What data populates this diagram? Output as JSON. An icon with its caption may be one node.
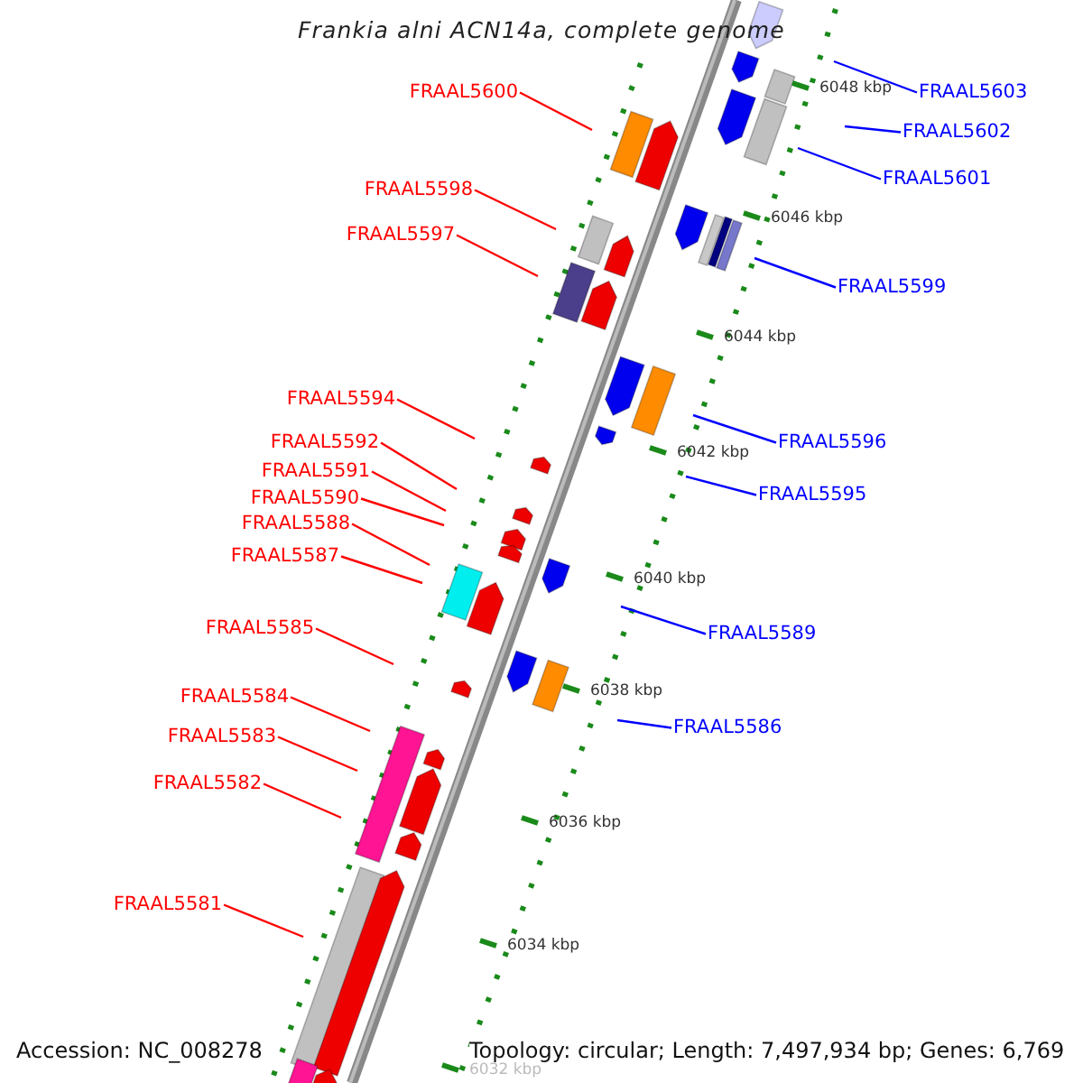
{
  "diagram": {
    "title": "Frankia alni ACN14a, complete genome",
    "nodes": [
      {
        "text": [
          "FRAAL5603"
        ]
      },
      {
        "text": [
          "FRAAL5600"
        ]
      },
      {
        "text": [
          "FRAAL5602"
        ]
      },
      {
        "text": [
          "FRAAL5601"
        ]
      },
      {
        "text": [
          "FRAAL5598"
        ]
      },
      {
        "text": [
          "FRAAL5597"
        ]
      },
      {
        "text": [
          "FRAAL5599"
        ]
      },
      {
        "text": [
          "FRAAL5594"
        ]
      },
      {
        "text": [
          "FRAAL5596"
        ]
      },
      {
        "text": [
          "FRAAL5592"
        ]
      },
      {
        "text": [
          "FRAAL5591"
        ]
      },
      {
        "text": [
          "FRAAL5595"
        ]
      },
      {
        "text": [
          "FRAAL5590"
        ]
      },
      {
        "text": [
          "FRAAL5588"
        ]
      },
      {
        "text": [
          "FRAAL5587"
        ]
      },
      {
        "text": [
          "FRAAL5585"
        ]
      },
      {
        "text": [
          "FRAAL5589"
        ]
      },
      {
        "text": [
          "FRAAL5584"
        ]
      },
      {
        "text": [
          "FRAAL5586"
        ]
      },
      {
        "text": [
          "FRAAL5583"
        ]
      },
      {
        "text": [
          "FRAAL5582"
        ]
      },
      {
        "text": [
          "FRAAL5581"
        ]
      }
    ],
    "edges": [
      {
        "from": 0,
        "to": null,
        "arrow": "none",
        "color": "#0000ff"
      },
      {
        "from": 1,
        "to": null,
        "arrow": "none"
      },
      {
        "from": 2,
        "to": null,
        "arrow": "none",
        "color": "#0000ff"
      },
      {
        "from": 3,
        "to": null,
        "arrow": "none",
        "color": "#0000ff"
      },
      {
        "from": 4,
        "to": null,
        "arrow": "none"
      },
      {
        "from": 5,
        "to": null,
        "arrow": "none"
      },
      {
        "from": 6,
        "to": null,
        "arrow": "none",
        "color": "#0000ff"
      },
      {
        "from": 7,
        "to": null,
        "arrow": "none"
      },
      {
        "from": 8,
        "to": null,
        "arrow": "none",
        "color": "#0000ff"
      },
      {
        "from": 9,
        "to": null,
        "arrow": "none"
      },
      {
        "from": 10,
        "to": null,
        "arrow": "none"
      },
      {
        "from": 11,
        "to": null,
        "arrow": "none",
        "color": "#0000ff"
      },
      {
        "from": 12,
        "to": null,
        "arrow": "none"
      },
      {
        "from": 13,
        "to": null,
        "arrow": "none"
      },
      {
        "from": 14,
        "to": null,
        "arrow": "none"
      },
      {
        "from": 15,
        "to": null,
        "arrow": "none"
      },
      {
        "from": 16,
        "to": null,
        "arrow": "none",
        "color": "#0000ff"
      },
      {
        "from": 17,
        "to": null,
        "arrow": "none"
      },
      {
        "from": 18,
        "to": null,
        "arrow": "none",
        "color": "#0000ff"
      },
      {
        "from": 19,
        "to": null,
        "arrow": "none"
      },
      {
        "from": 20,
        "to": null,
        "arrow": "none"
      },
      {
        "from": 21,
        "to": null,
        "arrow": "none"
      }
    ],
    "labels": [
      "6048 kbp",
      "6046 kbp",
      "6044 kbp",
      "6042 kbp",
      "6040 kbp",
      "6038 kbp",
      "6036 kbp",
      "6034 kbp",
      "6032 kbp",
      "Accession: NC_008278",
      "Topology: circular; Length: 7,497,934 bp; Genes: 6,769"
    ]
  }
}
